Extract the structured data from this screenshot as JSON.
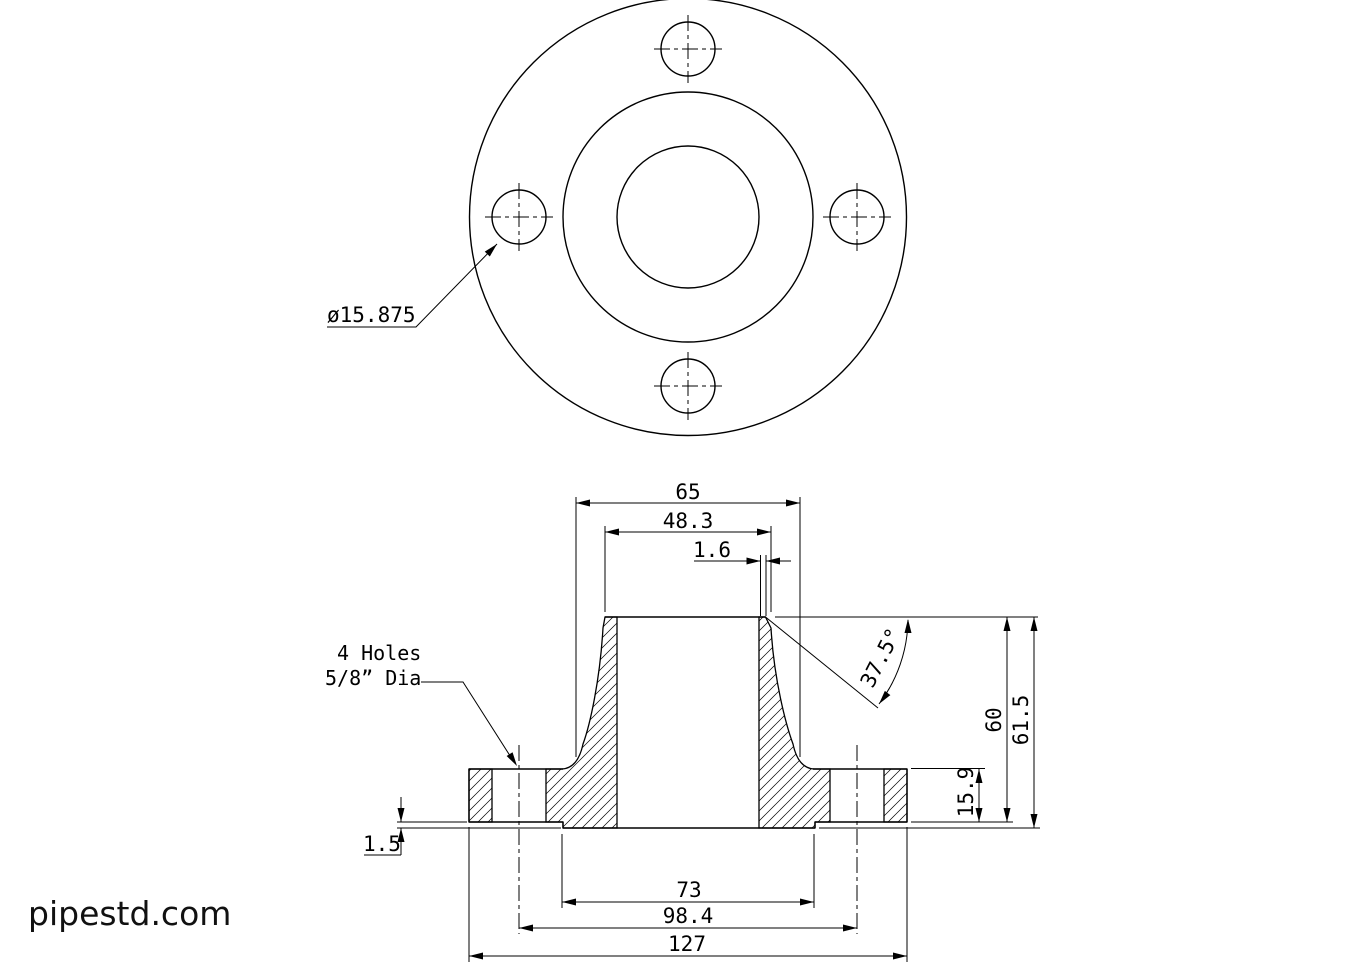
{
  "watermark": "pipestd.com",
  "top_view": {
    "bolt_hole_diameter_callout": "ø15.875"
  },
  "notes": {
    "holes_line1": "4 Holes",
    "holes_line2": "5/8” Dia"
  },
  "section_dimensions": {
    "hub_base_diameter": "65",
    "weld_end_outer_diameter": "48.3",
    "weld_land": "1.6",
    "bevel_angle": "37.5°",
    "hub_length": "60",
    "overall_length_with_face": "61.5",
    "flange_thickness": "15.9",
    "raised_face_height": "1.5",
    "raised_face_diameter": "73",
    "bolt_circle_diameter": "98.4",
    "flange_outer_diameter": "127"
  }
}
